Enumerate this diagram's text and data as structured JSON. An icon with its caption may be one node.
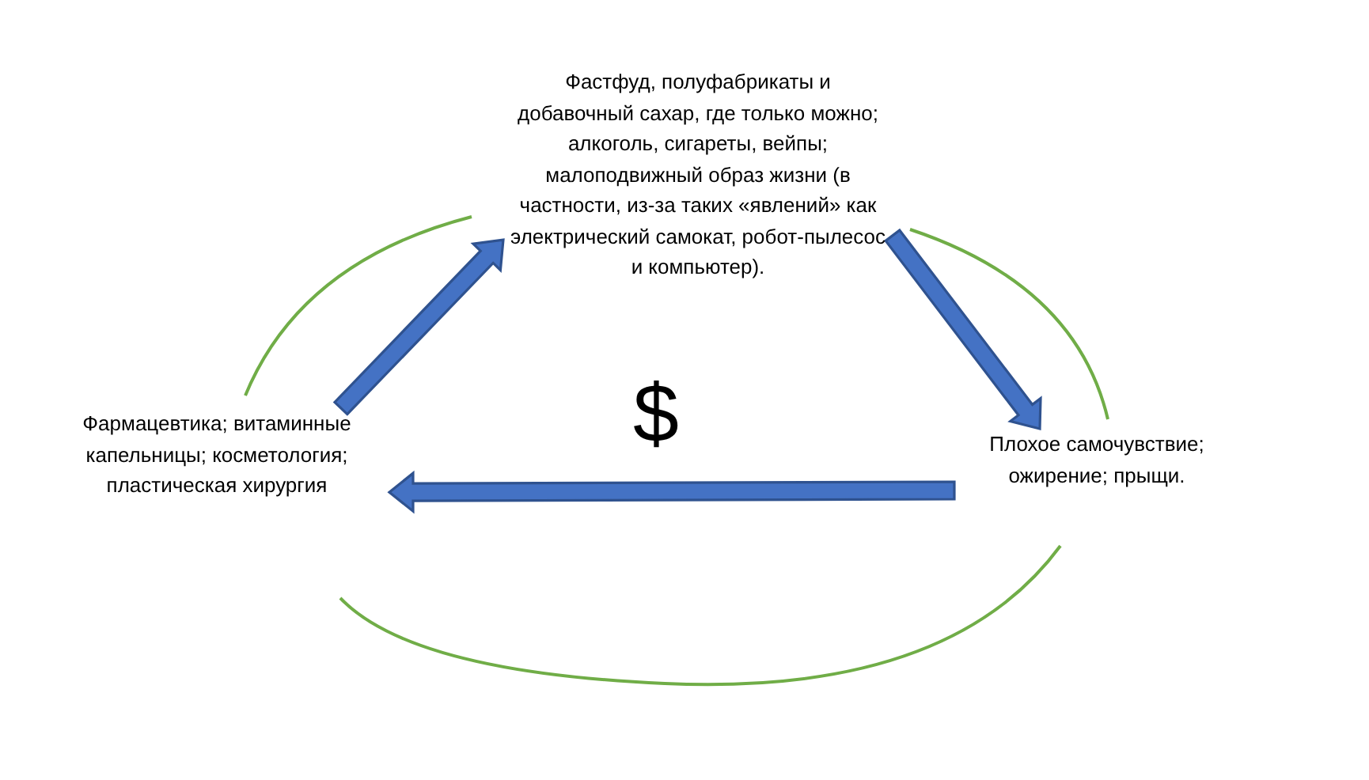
{
  "diagram": {
    "nodes": [
      {
        "text": [
          "Фастфуд, полуфабрикаты и добавочный сахар, где только можно; алкоголь, сигареты, вейпы; малоподвижный образ жизни (в частности, из-за таких «явлений» как электрический самокат, робот-пылесос и компьютер)."
        ]
      },
      {
        "text": [
          "Плохое самочувствие; ожирение; прыщи."
        ]
      },
      {
        "text": [
          "Фармацевтика; витаминные капельницы; косметология; пластическая хирургия"
        ]
      }
    ],
    "edges": [
      {
        "from": 2,
        "to": 0,
        "arrow": "to",
        "style": "thick",
        "color": "#4472c4"
      },
      {
        "from": 0,
        "to": 1,
        "arrow": "to",
        "style": "thick",
        "color": "#4472c4"
      },
      {
        "from": 1,
        "to": 2,
        "arrow": "to",
        "style": "thick",
        "color": "#4472c4"
      }
    ],
    "labels": [
      "$"
    ]
  }
}
